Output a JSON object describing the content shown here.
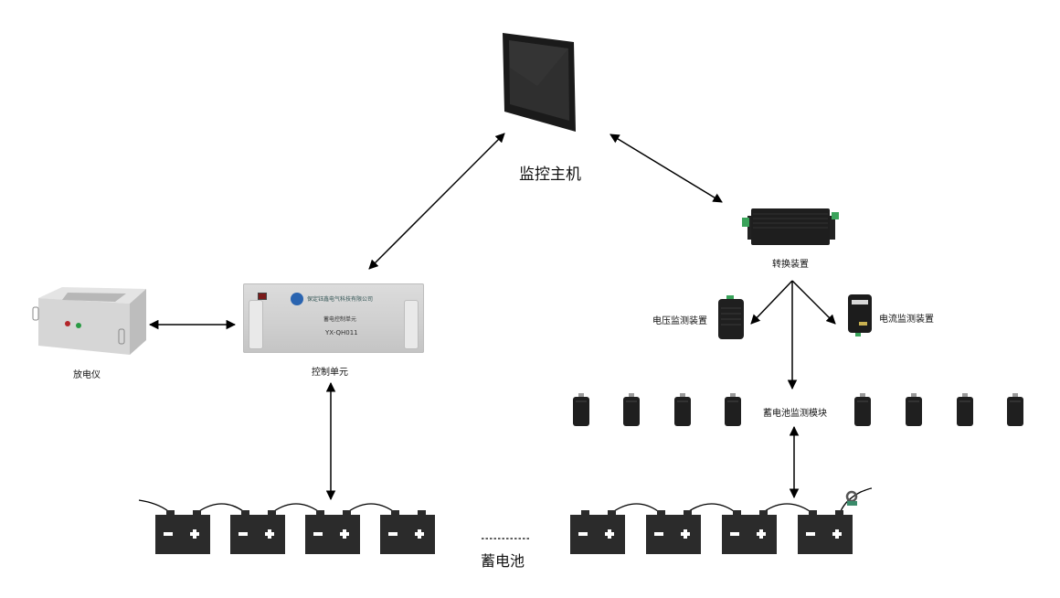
{
  "diagram": {
    "nodes": {
      "monitor_host": {
        "label": "监控主机"
      },
      "converter": {
        "label": "转换装置"
      },
      "voltage_monitor": {
        "label": "电压监测装置"
      },
      "current_monitor": {
        "label": "电流监测装置"
      },
      "battery_module": {
        "label": "蓄电池监测模块",
        "count": 8
      },
      "control_unit": {
        "label": "控制单元",
        "panel_company": "保定钰鑫电气科技有限公司",
        "panel_name": "蓄电控制单元",
        "panel_model": "YX-QH011"
      },
      "discharger": {
        "label": "放电仪"
      },
      "battery": {
        "label": "蓄电池",
        "ellipsis": "..........",
        "left_count": 4,
        "right_count": 4
      }
    },
    "edges": [
      {
        "from": "control_unit",
        "to": "monitor_host",
        "type": "bidirectional"
      },
      {
        "from": "monitor_host",
        "to": "converter",
        "type": "bidirectional"
      },
      {
        "from": "discharger",
        "to": "control_unit",
        "type": "bidirectional"
      },
      {
        "from": "control_unit",
        "to": "battery_left",
        "type": "bidirectional"
      },
      {
        "from": "converter",
        "to": "voltage_monitor",
        "type": "directed"
      },
      {
        "from": "converter",
        "to": "current_monitor",
        "type": "directed"
      },
      {
        "from": "converter",
        "to": "battery_module",
        "type": "directed"
      },
      {
        "from": "battery_module",
        "to": "battery_right",
        "type": "bidirectional"
      }
    ],
    "colors": {
      "battery": "#2b2b2b",
      "device_dark": "#1e1e1e",
      "panel": "#d4d4d4",
      "logo_blue": "#2a64b0",
      "terminal_green": "#3aa35a"
    }
  }
}
